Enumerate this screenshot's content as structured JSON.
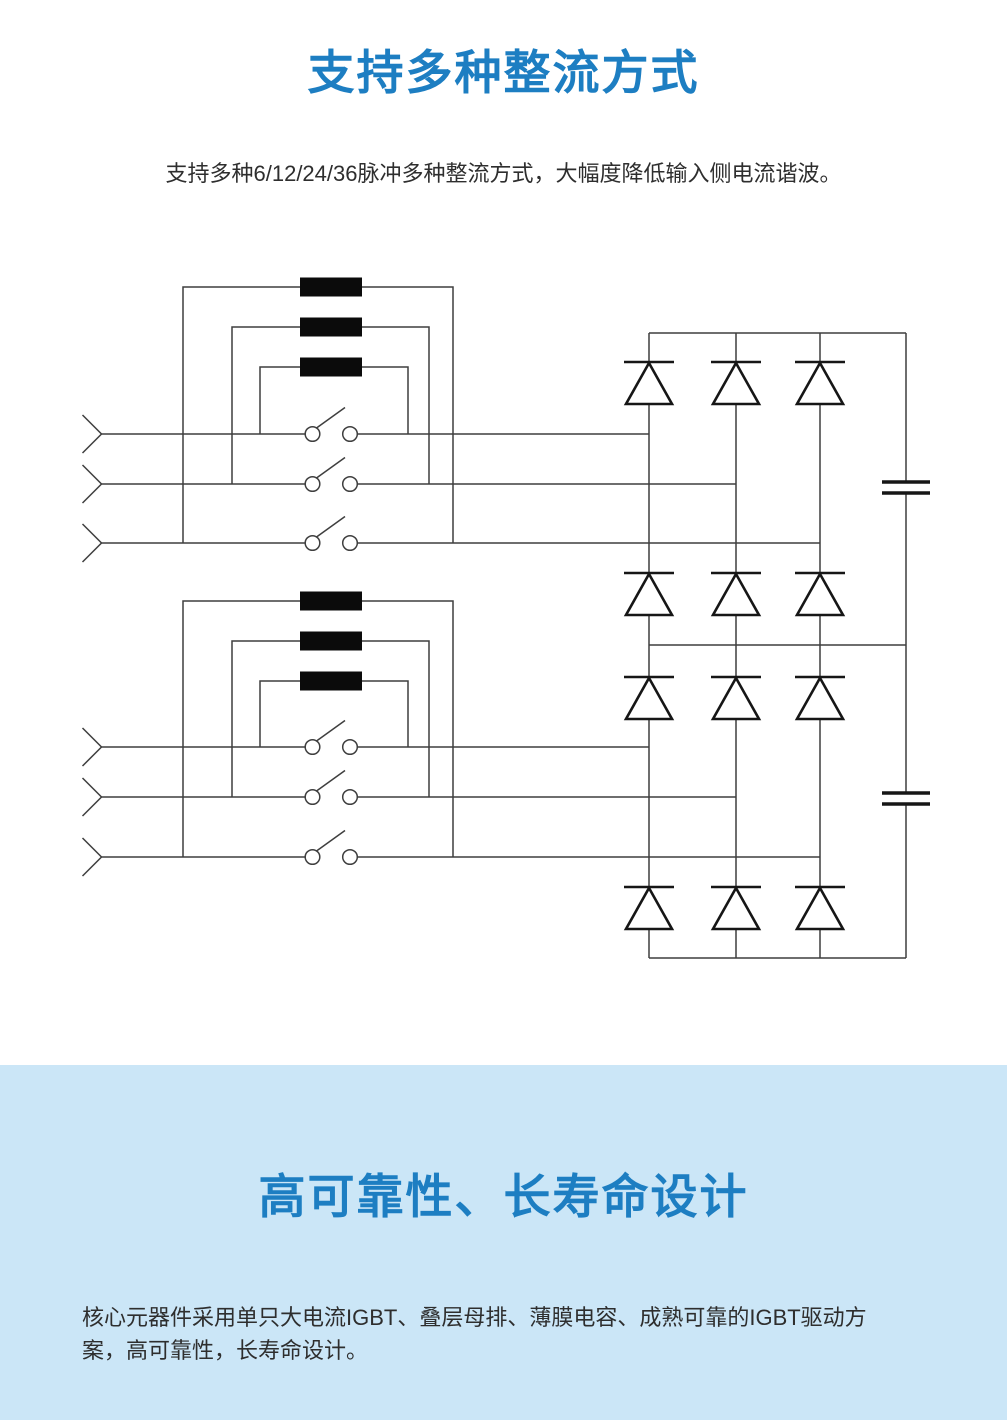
{
  "page": {
    "background": "#ffffff",
    "accent_blue": "#1d7ec2",
    "reliability_section_bg": "#cbe6f7"
  },
  "sections": [
    {
      "id": "rectifier-modes",
      "title": "支持多种整流方式",
      "description": "支持多种6/12/24/36脉冲多种整流方式，大幅度降低输入侧电流谐波。"
    },
    {
      "id": "reliability",
      "title": "高可靠性、长寿命设计",
      "description": "核心元器件采用单只大电流IGBT、叠层母排、薄膜电容、成熟可靠的IGBT驱动方\n案，高可靠性，长寿命设计。"
    }
  ],
  "diagram": {
    "type": "circuit_schematic",
    "subject": "12-pulse series diode rectifier: two 3-phase input groups, each with line reactors bypassed by disconnect switches, feeding two series-connected 6-pulse diode bridges with DC-link capacitors",
    "components": {
      "three_phase_input_groups": 2,
      "phase_input_arrows": 6,
      "line_reactors": 6,
      "bypass_switches": 6,
      "diode_bridges": 2,
      "diodes": 12,
      "dc_link_capacitors": 2
    },
    "colors": {
      "wire": "#3f3f3f",
      "symbol_outline": "#161616",
      "reactor_fill": "#0b0b0b"
    }
  }
}
